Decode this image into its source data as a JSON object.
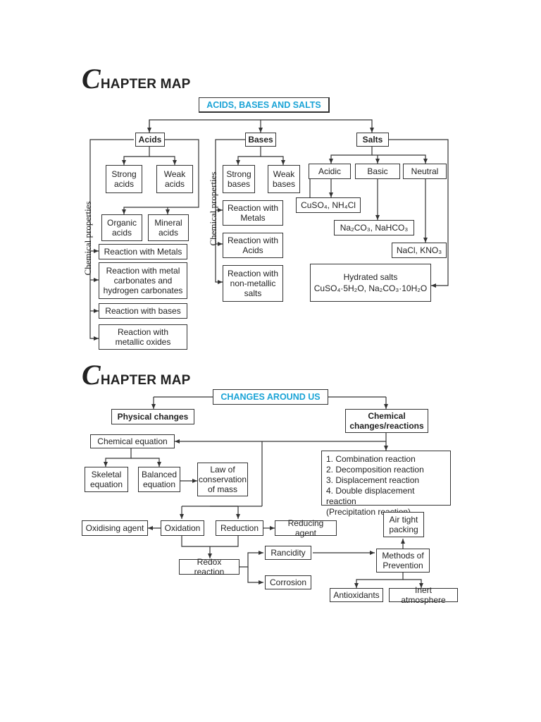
{
  "map1": {
    "heading_initial": "C",
    "heading_rest": "HAPTER MAP",
    "root": "ACIDS, BASES AND SALTS",
    "side_label_left": "Chemical properties",
    "side_label_mid": "Chemical properties",
    "acids": "Acids",
    "bases": "Bases",
    "salts": "Salts",
    "strong_acids": "Strong\nacids",
    "weak_acids": "Weak\nacids",
    "organic_acids": "Organic\nacids",
    "mineral_acids": "Mineral\nacids",
    "acid_reaction_metals": "Reaction with Metals",
    "acid_reaction_carbonates": "Reaction with metal\ncarbonates and\nhydrogen carbonates",
    "acid_reaction_bases": "Reaction with bases",
    "acid_reaction_oxides": "Reaction with\nmetallic oxides",
    "strong_bases": "Strong\nbases",
    "weak_bases": "Weak\nbases",
    "base_reaction_metals": "Reaction with\nMetals",
    "base_reaction_acids": "Reaction with\nAcids",
    "base_reaction_nonmetallic": "Reaction with\nnon-metallic\nsalts",
    "acidic": "Acidic",
    "basic": "Basic",
    "neutral": "Neutral",
    "acidic_example": "CuSO₄, NH₄Cl",
    "basic_example": "Na₂CO₃, NaHCO₃",
    "neutral_example": "NaCl, KNO₃",
    "hydrated_title": "Hydrated salts",
    "hydrated_formula": "CuSO₄·5H₂O, Na₂CO₃·10H₂O"
  },
  "map2": {
    "heading_initial": "C",
    "heading_rest": "HAPTER MAP",
    "root": "CHANGES AROUND US",
    "physical": "Physical changes",
    "chemical": "Chemical\nchanges/reactions",
    "chemical_equation": "Chemical equation",
    "skeletal": "Skeletal\nequation",
    "balanced": "Balanced\nequation",
    "law": "Law of\nconservation\nof mass",
    "reaction_types": "1. Combination reaction\n2. Decomposition reaction\n3. Displacement reaction\n4. Double displacement reaction\n    (Precipitation reaction)",
    "oxidising_agent": "Oxidising agent",
    "oxidation": "Oxidation",
    "reduction": "Reduction",
    "reducing_agent": "Reducing agent",
    "redox": "Redox reaction",
    "rancidity": "Rancidity",
    "corrosion": "Corrosion",
    "air_tight": "Air tight\npacking",
    "methods": "Methods of\nPrevention",
    "antioxidants": "Antioxidants",
    "inert": "Inert atmosphere"
  }
}
